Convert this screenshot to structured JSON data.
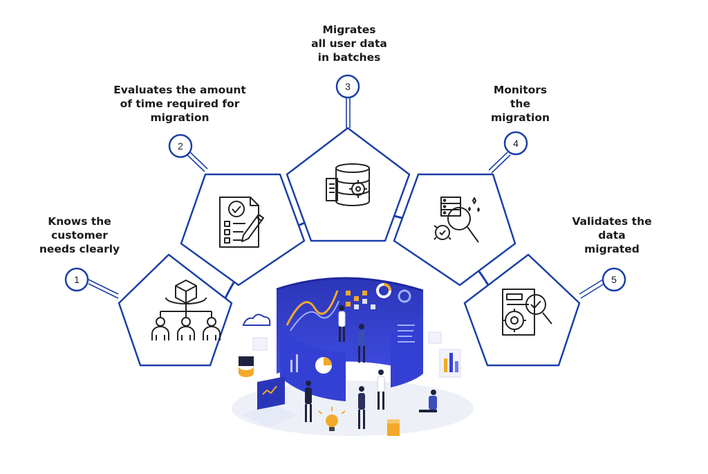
{
  "colors": {
    "outline": "#1a3fa8",
    "accent_blue": "#3540d8",
    "accent_orange": "#f3a92a",
    "icon_stroke": "#222222"
  },
  "steps": [
    {
      "number": "1",
      "label": [
        "Knows the",
        "customer",
        "needs clearly"
      ],
      "icon": "team-hierarchy-cube-icon"
    },
    {
      "number": "2",
      "label": [
        "Evaluates the amount",
        "of time required for",
        "migration"
      ],
      "icon": "checklist-clipboard-pen-icon"
    },
    {
      "number": "3",
      "label": [
        "Migrates",
        "all user data",
        "in batches"
      ],
      "icon": "database-documents-gear-icon"
    },
    {
      "number": "4",
      "label": [
        "Monitors",
        "the",
        "migration"
      ],
      "icon": "server-magnifier-gear-icon"
    },
    {
      "number": "5",
      "label": [
        "Validates the",
        "data",
        "migrated"
      ],
      "icon": "document-gear-magnifier-check-icon"
    }
  ],
  "center_illustration": "data-center-team-icon"
}
